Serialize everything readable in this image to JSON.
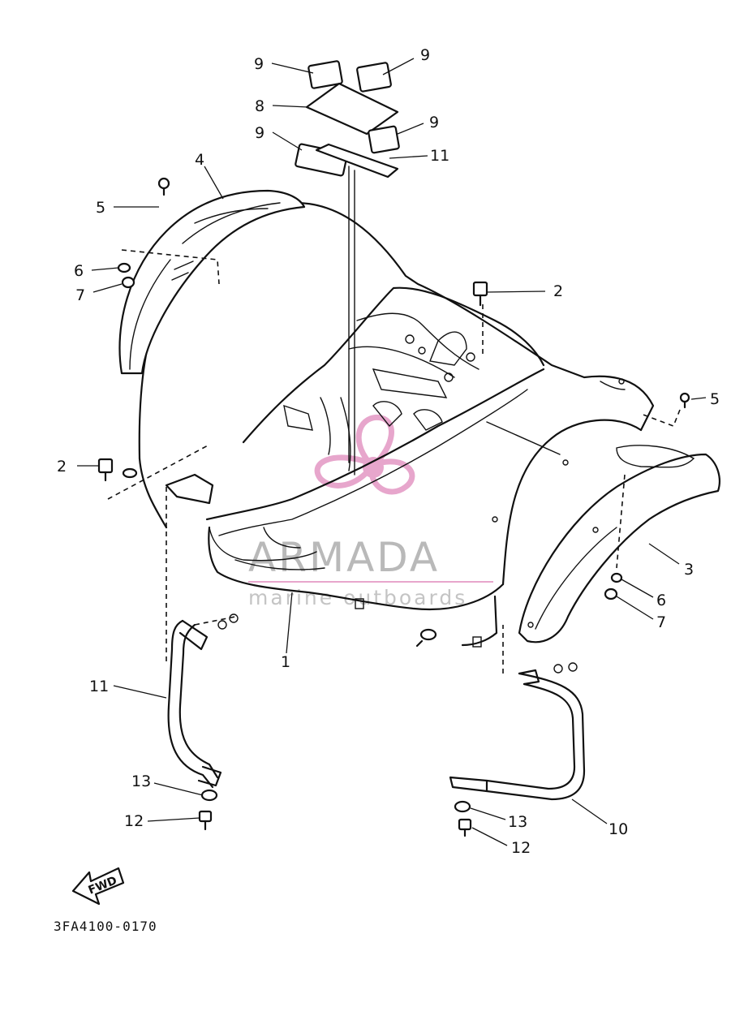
{
  "diagram_code": "3FA4100-0170",
  "fwd_label": "FWD",
  "watermark": {
    "brand": "ARMADA",
    "tagline": "marine outboards",
    "logo_color": "#e7a6cc",
    "text_color": "#b9b9b9"
  },
  "callouts": [
    {
      "id": "c9a",
      "label": "9"
    },
    {
      "id": "c9b",
      "label": "9"
    },
    {
      "id": "c8",
      "label": "8"
    },
    {
      "id": "c9c",
      "label": "9"
    },
    {
      "id": "c9d",
      "label": "9"
    },
    {
      "id": "c11a",
      "label": "11"
    },
    {
      "id": "c4",
      "label": "4"
    },
    {
      "id": "c5a",
      "label": "5"
    },
    {
      "id": "c6a",
      "label": "6"
    },
    {
      "id": "c7a",
      "label": "7"
    },
    {
      "id": "c2a",
      "label": "2"
    },
    {
      "id": "c5b",
      "label": "5"
    },
    {
      "id": "c2b",
      "label": "2"
    },
    {
      "id": "c3",
      "label": "3"
    },
    {
      "id": "c6b",
      "label": "6"
    },
    {
      "id": "c7b",
      "label": "7"
    },
    {
      "id": "c1",
      "label": "1"
    },
    {
      "id": "c11b",
      "label": "11"
    },
    {
      "id": "c13a",
      "label": "13"
    },
    {
      "id": "c12a",
      "label": "12"
    },
    {
      "id": "c13b",
      "label": "13"
    },
    {
      "id": "c10",
      "label": "10"
    },
    {
      "id": "c12b",
      "label": "12"
    }
  ]
}
